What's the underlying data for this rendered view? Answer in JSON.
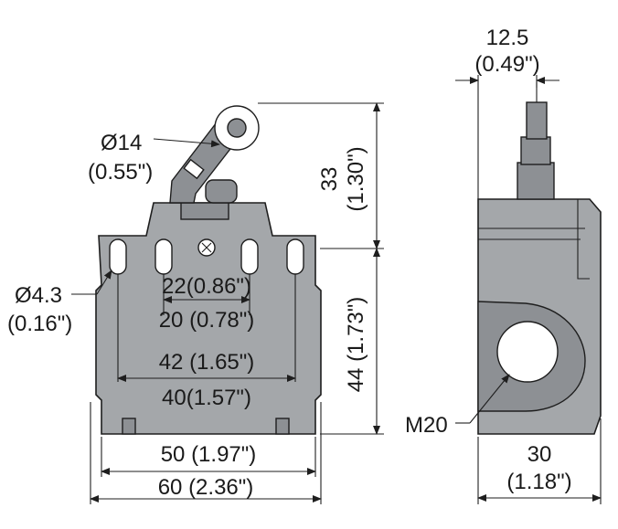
{
  "drawing": {
    "labels": {
      "roller_diameter": "Ø14",
      "roller_diameter_in": "(0.55\")",
      "height_top": "33",
      "height_top_in": "(1.30\")",
      "width_top_view": "12.5",
      "width_top_view_in": "(0.49\")",
      "hole_diameter": "Ø4.3",
      "hole_diameter_in": "(0.16\")",
      "dim_22": "22(0.86\")",
      "dim_20": "20 (0.78\")",
      "height_body": "44 (1.73\")",
      "dim_42": "42 (1.65\")",
      "dim_40": "40(1.57\")",
      "dim_50": "50 (1.97\")",
      "dim_60": "60 (2.36\")",
      "thread": "M20",
      "depth": "30",
      "depth_in": "(1.18\")"
    }
  }
}
